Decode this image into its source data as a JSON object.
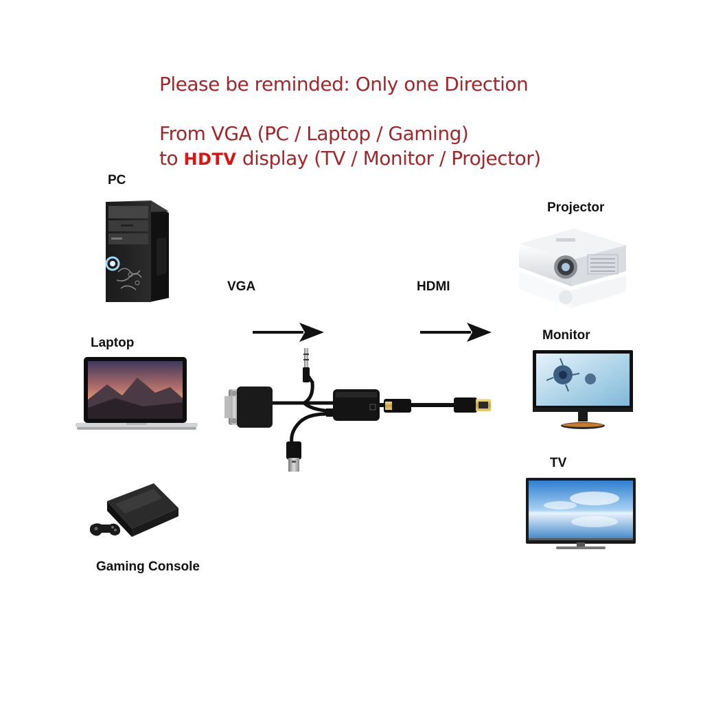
{
  "notice": {
    "line1": "Please be reminded: Only one Direction",
    "line2": "From VGA (PC / Laptop / Gaming)",
    "line3_prefix": "to",
    "line3_highlight": "HDTV",
    "line3_suffix": "display (TV / Monitor / Projector)"
  },
  "sources": {
    "pc": "PC",
    "laptop": "Laptop",
    "console": "Gaming Console"
  },
  "signals": {
    "input": "VGA",
    "output": "HDMI"
  },
  "destinations": {
    "projector": "Projector",
    "monitor": "Monitor",
    "tv": "TV"
  },
  "colors": {
    "notice": "#a3262a",
    "highlight": "#e0120f"
  }
}
